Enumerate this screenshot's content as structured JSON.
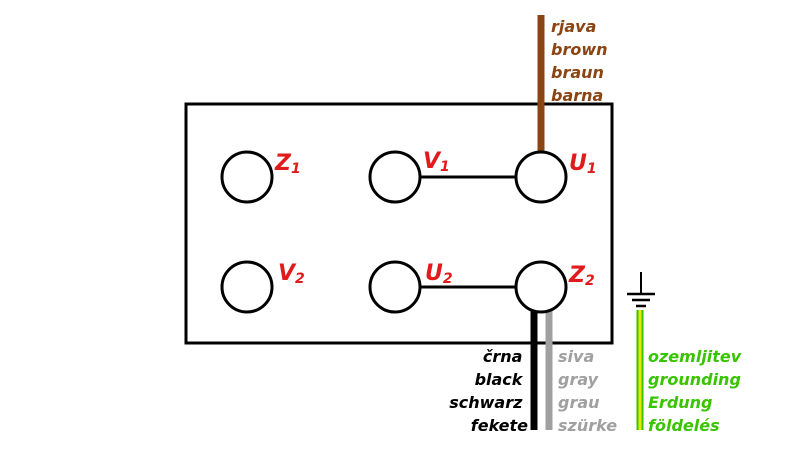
{
  "terminals": {
    "z1": {
      "letter": "Z",
      "sub": "1"
    },
    "v1": {
      "letter": "V",
      "sub": "1"
    },
    "u1": {
      "letter": "U",
      "sub": "1"
    },
    "v2": {
      "letter": "V",
      "sub": "2"
    },
    "u2": {
      "letter": "U",
      "sub": "2"
    },
    "z2": {
      "letter": "Z",
      "sub": "2"
    }
  },
  "wires": {
    "brown": {
      "color": "#8b4513",
      "labels": [
        "rjava",
        "brown",
        "braun",
        "barna"
      ]
    },
    "black": {
      "color": "#000000",
      "labels": [
        "črna",
        "black",
        "schwarz",
        "fekete"
      ]
    },
    "gray": {
      "color": "#a0a0a0",
      "labels": [
        "siva",
        "gray",
        "grau",
        "szürke"
      ]
    },
    "ground": {
      "color": "#39c400",
      "stripe": "#e8e800",
      "labels": [
        "ozemljitev",
        "grounding",
        "Erdung",
        "földelés"
      ]
    }
  },
  "colors": {
    "terminal_label": "#e01b1b",
    "outline": "#000000"
  },
  "icons": {
    "ground": "ground-symbol-icon"
  }
}
